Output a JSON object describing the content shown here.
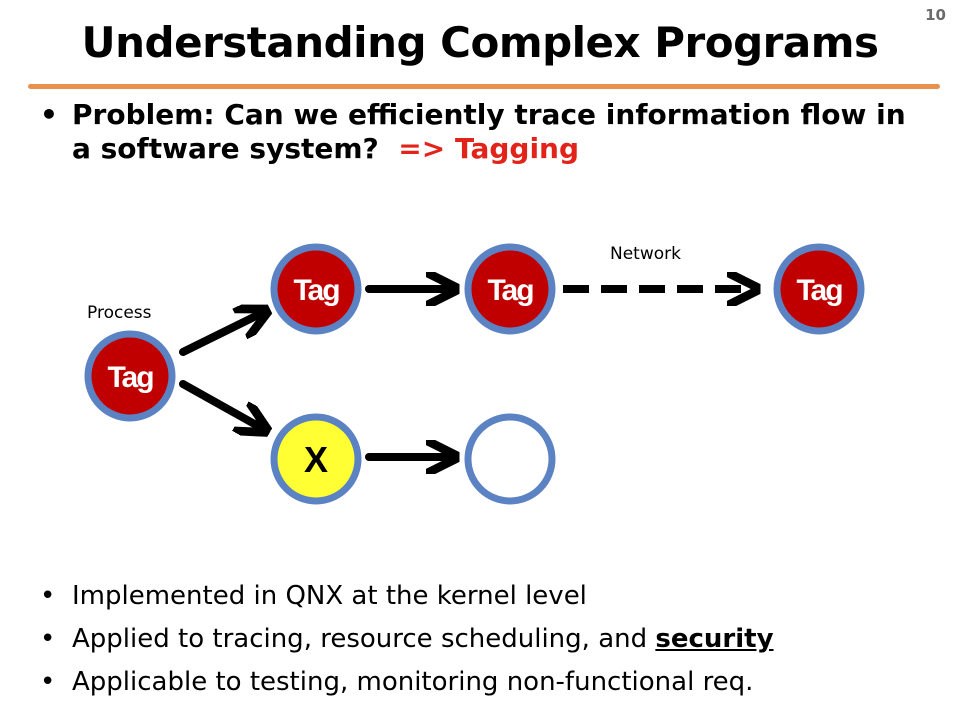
{
  "slide": {
    "number": "10",
    "title": "Understanding Complex Programs"
  },
  "problem": {
    "text": "Problem: Can we efficiently trace information flow in a software system?",
    "highlight": "=> Tagging"
  },
  "diagram": {
    "process_label": "Process",
    "network_label": "Network",
    "tag_label": "Tag",
    "x_label": "X"
  },
  "bullets": {
    "b1": "Implemented in QNX at the kernel level",
    "b2_prefix": "Applied to tracing, resource scheduling, and ",
    "b2_emphasis": "security",
    "b3": "Applicable to testing, monitoring non-functional req."
  },
  "colors": {
    "tag_fill": "#c00000",
    "node_ring": "#5b82c2",
    "x_fill": "#ffff33",
    "accent_rule": "#e8914d",
    "highlight": "#e2231a"
  }
}
